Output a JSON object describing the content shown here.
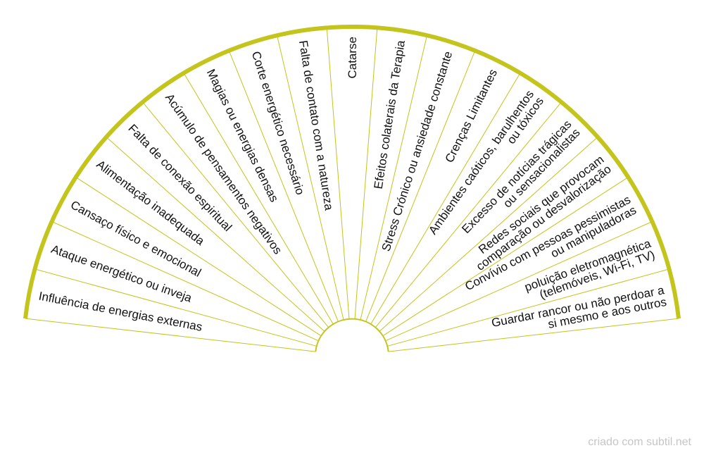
{
  "colors": {
    "rim": "#c3c41c",
    "divider": "#c3c41c",
    "text": "#111111"
  },
  "wheel": {
    "segments": [
      {
        "lines": [
          "Influência de energias externas"
        ]
      },
      {
        "lines": [
          "Ataque energético ou inveja"
        ]
      },
      {
        "lines": [
          "Cansaço físico e emocional"
        ]
      },
      {
        "lines": [
          "Alimentação inadequada"
        ]
      },
      {
        "lines": [
          "Falta de conexão espiritual"
        ]
      },
      {
        "lines": [
          "Acúmulo de pensamentos negativos"
        ]
      },
      {
        "lines": [
          "Magias ou energias densas"
        ]
      },
      {
        "lines": [
          "Corte energético necessário"
        ]
      },
      {
        "lines": [
          "Falta de contato com a natureza"
        ]
      },
      {
        "lines": [
          "Catarse"
        ]
      },
      {
        "lines": [
          "Efeitos colaterais da Terapia"
        ]
      },
      {
        "lines": [
          "Stress Crónico ou ansiedade constante"
        ]
      },
      {
        "lines": [
          "Crenças Limitantes"
        ]
      },
      {
        "lines": [
          "Ambientes caóticos, barulhentos",
          "ou tóxicos"
        ]
      },
      {
        "lines": [
          "Excesso de notícias trágicas",
          "ou sensacionalistas"
        ]
      },
      {
        "lines": [
          "Redes sociais que provocam",
          "comparação ou desvalorização"
        ]
      },
      {
        "lines": [
          "Convívio com pessoas pessimistas",
          "ou manipuladoras"
        ]
      },
      {
        "lines": [
          "poluição eletromagnética",
          "(telemóveis, Wi-Fi, TV)"
        ]
      },
      {
        "lines": [
          "Guardar rancor ou não perdoar a",
          "si mesmo e aos outros"
        ]
      }
    ]
  },
  "footer": {
    "credit": "criado com subtil.net"
  }
}
